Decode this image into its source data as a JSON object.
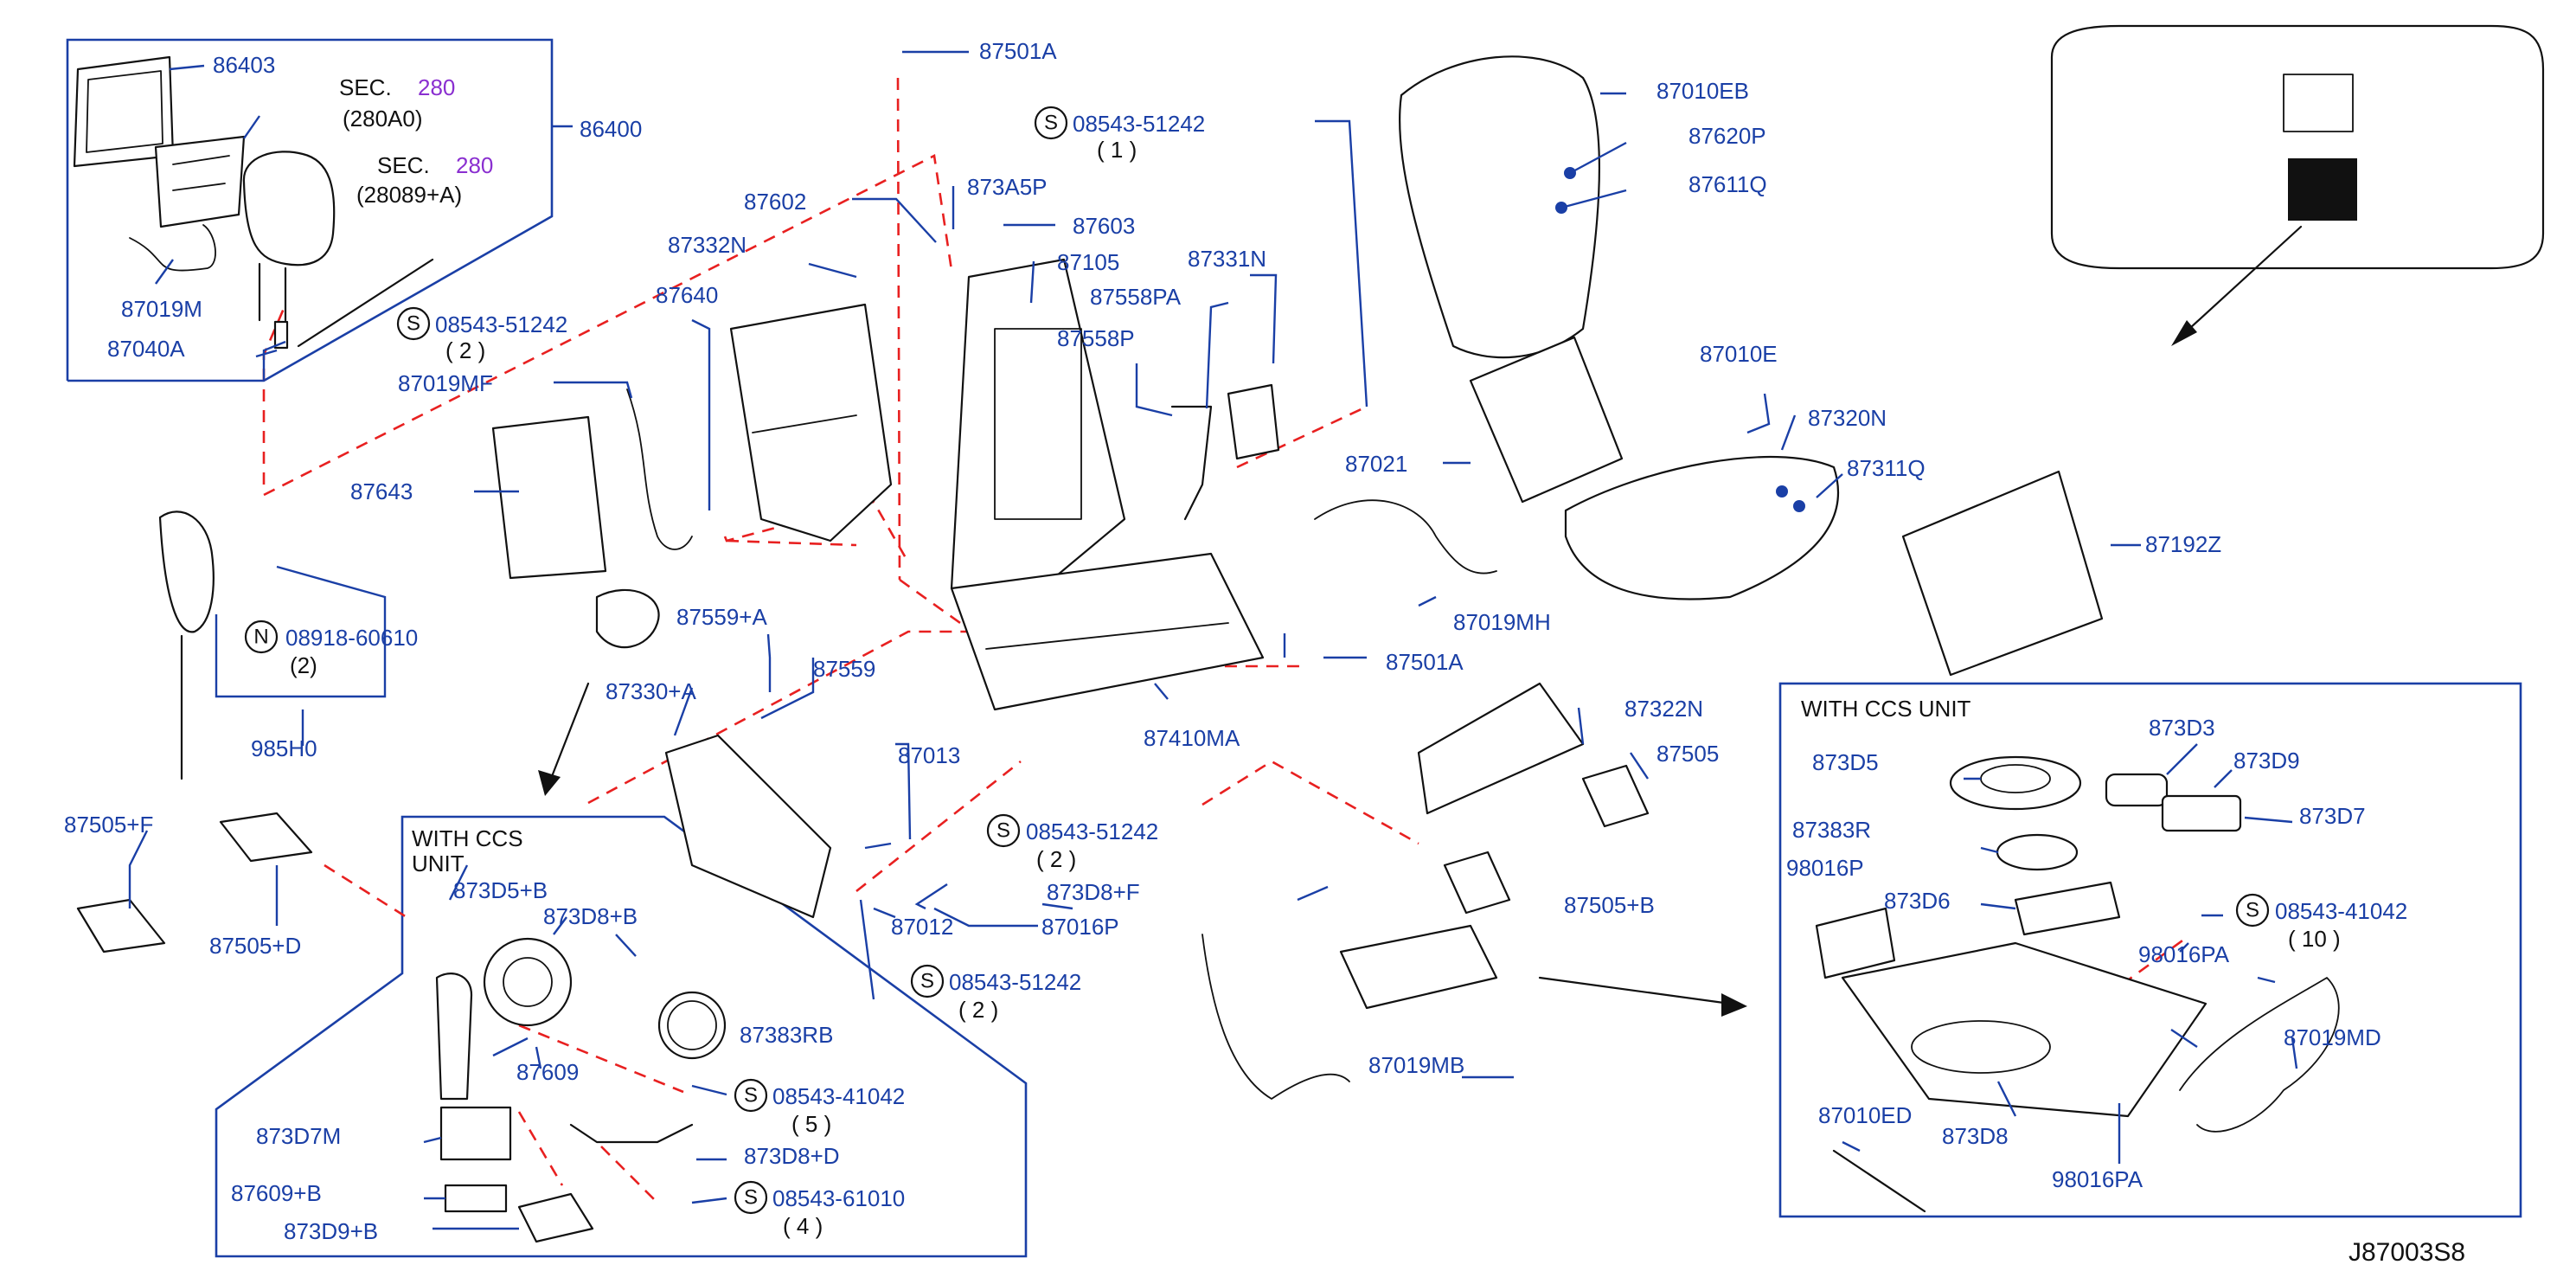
{
  "ref_code": "J87003S8",
  "colors": {
    "label": "#1a3fa6",
    "dash": "#e82020",
    "section_ref": "#8a2fd0",
    "line": "#111111"
  },
  "sec_refs": [
    {
      "sec": "SEC.",
      "num": "280",
      "sub": "(280A0)"
    },
    {
      "sec": "SEC.",
      "num": "280",
      "sub": "(28089+A)"
    }
  ],
  "box_titles": {
    "ccs_left_1": "WITH   CCS",
    "ccs_left_2": "UNIT",
    "ccs_right": "WITH   CCS   UNIT"
  },
  "parts": [
    "86403",
    "86400",
    "87019M",
    "87040A",
    "87501A",
    "87602",
    "87332N",
    "873A5P",
    "87603",
    "87105",
    "87640",
    "87558PA",
    "87331N",
    "87558P",
    "87019MF",
    "87643",
    "87010EB",
    "87620P",
    "87611Q",
    "87010E",
    "87320N",
    "87311Q",
    "87021",
    "87192Z",
    "87019MH",
    "87501A",
    "985H0",
    "87559+A",
    "87559",
    "87330+A",
    "87410MA",
    "87322N",
    "87505",
    "87505+F",
    "87505+D",
    "87013",
    "873D8+F",
    "87016P",
    "87012",
    "87505+B",
    "87019MB",
    "873D5+B",
    "873D8+B",
    "87383RB",
    "87609",
    "873D7M",
    "873D8+D",
    "87609+B",
    "873D9+B",
    "873D5",
    "873D3",
    "873D9",
    "873D7",
    "87383R",
    "98016P",
    "873D6",
    "98016PA",
    "87019MD",
    "87010ED",
    "873D8",
    "98016PA"
  ],
  "fasteners": [
    {
      "prefix": "S",
      "code": "08543-51242",
      "qty": "( 1 )"
    },
    {
      "prefix": "S",
      "code": "08543-51242",
      "qty": "( 2 )"
    },
    {
      "prefix": "N",
      "code": "08918-60610",
      "qty": "(2)"
    },
    {
      "prefix": "S",
      "code": "08543-51242",
      "qty": "( 2 )"
    },
    {
      "prefix": "S",
      "code": "08543-51242",
      "qty": "( 2 )"
    },
    {
      "prefix": "S",
      "code": "08543-41042",
      "qty": "( 5 )"
    },
    {
      "prefix": "S",
      "code": "08543-61010",
      "qty": "( 4 )"
    },
    {
      "prefix": "S",
      "code": "08543-41042",
      "qty": "( 10 )"
    }
  ]
}
